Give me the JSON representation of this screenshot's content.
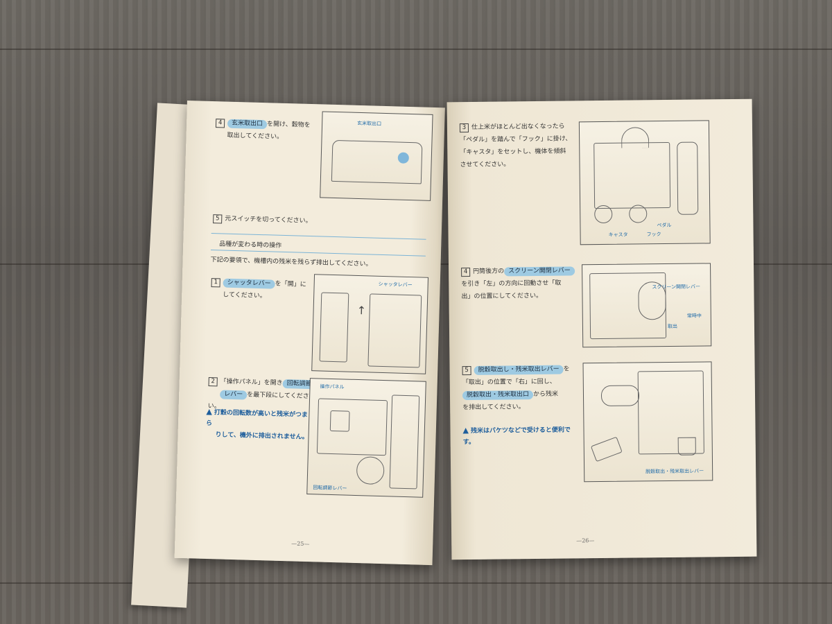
{
  "left_page": {
    "page_number": "—25—",
    "step4": {
      "num": "4",
      "chip": "玄米取出口",
      "text1": "を開け、穀物を",
      "text2": "取出してください。",
      "callout": "玄米取出口"
    },
    "step5": {
      "num": "5",
      "text": "元スイッチを切ってください。"
    },
    "section_title": "品種が変わる時の操作",
    "section_intro": "下記の要領で、機槽内の残米を残らず排出してください。",
    "step1": {
      "num": "1",
      "chip": "シャッタレバー",
      "text1": "を「開」に",
      "text2": "してください。",
      "callout": "シャッタレバー"
    },
    "step2": {
      "num": "2",
      "text1a": "「操作パネル」を開き",
      "chip1": "回転調節",
      "chip2": "レバー",
      "text2": "を最下段にしてください。",
      "note1": "打穀の回転数が高いと残米がつまら",
      "note2": "りして、機外に排出されません。",
      "callout_top": "操作パネル",
      "callout_bottom": "回転調節レバー"
    }
  },
  "right_page": {
    "page_number": "—26—",
    "step3": {
      "num": "3",
      "text1": "仕上米がほとんど出なくなったら",
      "text2": "「ペダル」を踏んで「フック」に掛け、",
      "text3": "「キャスタ」をセットし、機体を傾斜",
      "text4": "させてください。",
      "callout_caster": "キャスタ",
      "callout_hook": "フック",
      "callout_pedal": "ペダル"
    },
    "step4": {
      "num": "4",
      "text_pre": "円筒後方の",
      "chip": "スクリーン開閉レバー",
      "text2": "を引き「左」の方向に回動させ「取",
      "text3": "出」の位置にしてください。",
      "callout_lever": "スクリーン開閉レバー",
      "callout_a": "常時中",
      "callout_b": "取出"
    },
    "step5": {
      "num": "5",
      "chip1": "脱穀取出し・残米取出レバー",
      "text1": "を",
      "text2": "「取出」の位置で「右」に回し、",
      "chip2": "脱穀取出・残米取出口",
      "text3": "から残米",
      "text4": "を排出してください。",
      "note": "残米はバケツなどで受けると便利です。",
      "callout": "脱穀取出・残米取出レバー"
    }
  },
  "colors": {
    "accent_chip": "#9ecae2",
    "note_blue": "#1e5e9c",
    "paper": "#f1ead9"
  }
}
